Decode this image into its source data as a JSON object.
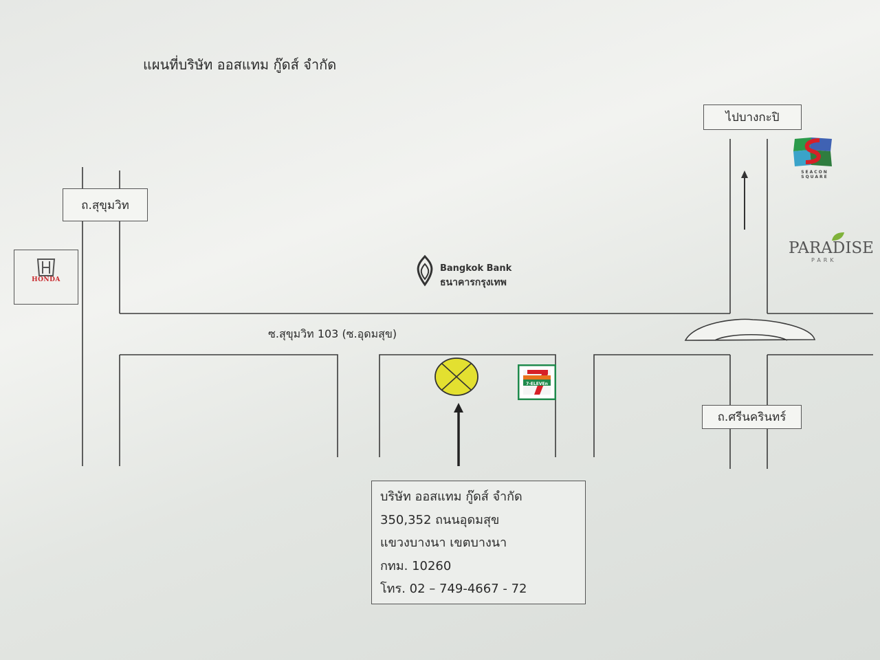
{
  "map": {
    "title": "แผนที่บริษัท ออสแทม กู๊ดส์ จำกัด",
    "street_label": "ซ.สุขุมวิท 103 (ซ.อุดมสุข)",
    "signs": {
      "sukhumvit": "ถ.สุขุมวิท",
      "bang_kapi": "ไปบางกะปิ",
      "srinagarindra": "ถ.ศรีนครินทร์"
    },
    "landmarks": {
      "honda": "HONDA",
      "bangkok_bank_en": "Bangkok Bank",
      "bangkok_bank_th": "ธนาคารกรุงเทพ",
      "paradise_park_title": "PARADISE",
      "paradise_park_sub": "PARK",
      "seacon_square": "SEACON SQUARE",
      "seven_eleven": "7-ELEVEn"
    },
    "icons": {
      "destination_marker": "circle-x-marker-icon",
      "arrow": "arrow-up-icon",
      "bank_logo": "bangkok-bank-logo-icon",
      "honda_logo": "honda-logo-icon",
      "seven_eleven_logo": "seven-eleven-logo-icon",
      "seacon_logo": "seacon-square-logo-icon"
    },
    "colors": {
      "marker_fill": "#e3e030",
      "honda_red": "#c8282c",
      "seven_green": "#1f8a4c",
      "seven_orange": "#e8731c",
      "seven_red": "#d62027",
      "paradise_leaf": "#7fb23a"
    }
  },
  "address": {
    "line1": "บริษัท ออสแทม กู๊ดส์ จำกัด",
    "line2": "350,352  ถนนอุดมสุข",
    "line3": "แขวงบางนา  เขตบางนา",
    "line4": "กทม. 10260",
    "line5": "โทร. 02 – 749-4667 - 72"
  }
}
